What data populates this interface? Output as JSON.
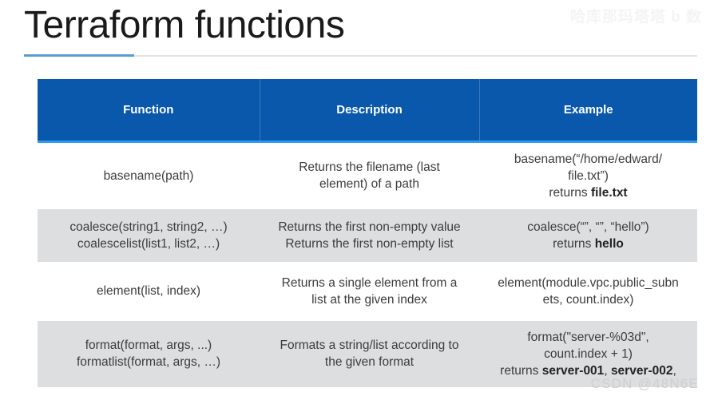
{
  "slide": {
    "title": "Terraform functions",
    "watermark_top": "哈库那玛塔塔 b 数",
    "watermark_bottom": "CSDN @48N6E",
    "accent_color": "#5b9bd5",
    "header_color": "#0a58ab",
    "header_underline_color": "#2f9bf0",
    "alt_row_color": "#dcdee0"
  },
  "table": {
    "headers": [
      "Function",
      "Description",
      "Example"
    ],
    "rows": [
      {
        "function_lines": [
          "basename(path)"
        ],
        "description_lines": [
          "Returns the filename (last",
          "element) of a path"
        ],
        "example_lines": [
          "basename(“/home/edward/",
          "file.txt”)"
        ],
        "example_returns_prefix": "returns ",
        "example_returns_bold": "file.txt",
        "example_returns_suffix": ""
      },
      {
        "function_lines": [
          "coalesce(string1, string2, …)",
          "coalescelist(list1, list2, …)"
        ],
        "description_lines": [
          "Returns the first non-empty value",
          "Returns the first non-empty list"
        ],
        "example_lines": [
          "coalesce(“”, “”, “hello”)"
        ],
        "example_returns_prefix": "returns ",
        "example_returns_bold": "hello",
        "example_returns_suffix": ""
      },
      {
        "function_lines": [
          "element(list, index)"
        ],
        "description_lines": [
          "Returns a single element from a",
          "list at the given index"
        ],
        "example_lines": [
          "element(module.vpc.public_subn",
          "ets, count.index)"
        ],
        "example_returns_prefix": "",
        "example_returns_bold": "",
        "example_returns_suffix": ""
      },
      {
        "function_lines": [
          "format(format, args, ...)",
          "formatlist(format, args, …)"
        ],
        "description_lines": [
          "Formats a string/list according to",
          "the given format"
        ],
        "example_lines": [
          "format(\"server-%03d\",",
          "count.index + 1)"
        ],
        "example_returns_prefix": "returns ",
        "example_returns_bold": "server-001",
        "example_returns_bold2": "server-002",
        "example_returns_suffix": ","
      }
    ]
  }
}
